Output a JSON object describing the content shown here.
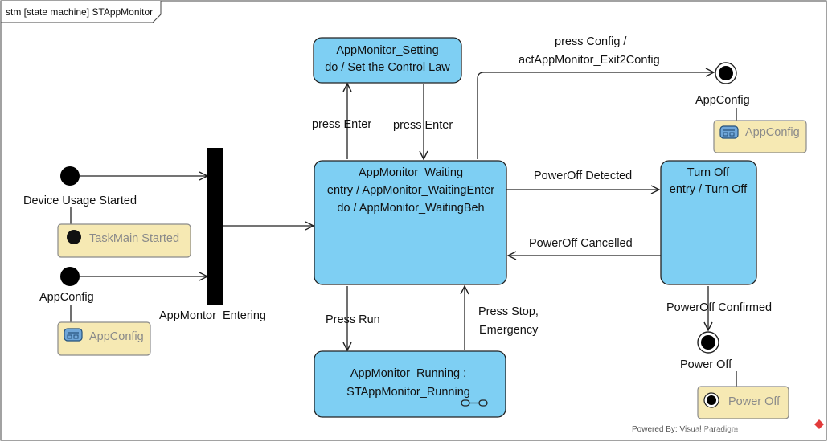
{
  "frame": {
    "title": "stm [state machine] STAppMonitor"
  },
  "states": {
    "setting": {
      "name": "AppMonitor_Setting",
      "detail": "do / Set the Control Law"
    },
    "waiting": {
      "name": "AppMonitor_Waiting",
      "entry": "entry / AppMonitor_WaitingEnter",
      "do": "do / AppMonitor_WaitingBeh"
    },
    "turn_off": {
      "name": "Turn Off",
      "entry": "entry / Turn Off"
    },
    "running": {
      "name": "AppMonitor_Running :",
      "submachine": "STAppMonitor_Running"
    }
  },
  "pseudostates": {
    "initial_device": "Device Usage Started",
    "initial_appconfig": "AppConfig",
    "fork": "AppMontor_Entering",
    "exit_appconfig": "AppConfig",
    "exit_power_off": "Power Off"
  },
  "notes": {
    "taskmain": "TaskMain Started",
    "appconfig_left": "AppConfig",
    "appconfig_right": "AppConfig",
    "power_off": "Power Off"
  },
  "transitions": {
    "press_enter_up": "press Enter",
    "press_enter_down": "press Enter",
    "press_config_1": "press Config /",
    "press_config_2": "actAppMonitor_Exit2Config",
    "poweroff_detected": "PowerOff Detected",
    "poweroff_cancelled": "PowerOff Cancelled",
    "poweroff_confirmed": "PowerOff Confirmed",
    "press_run": "Press Run",
    "press_stop_1": "Press Stop,",
    "press_stop_2": "Emergency"
  },
  "footer": {
    "powered_by": "Powered By: Visual Paradigm",
    "watermark": "CSDN @超级喵喵喵"
  },
  "colors": {
    "state_fill": "#7ecff3",
    "note_fill": "#f6e9b3",
    "line": "#222222"
  }
}
